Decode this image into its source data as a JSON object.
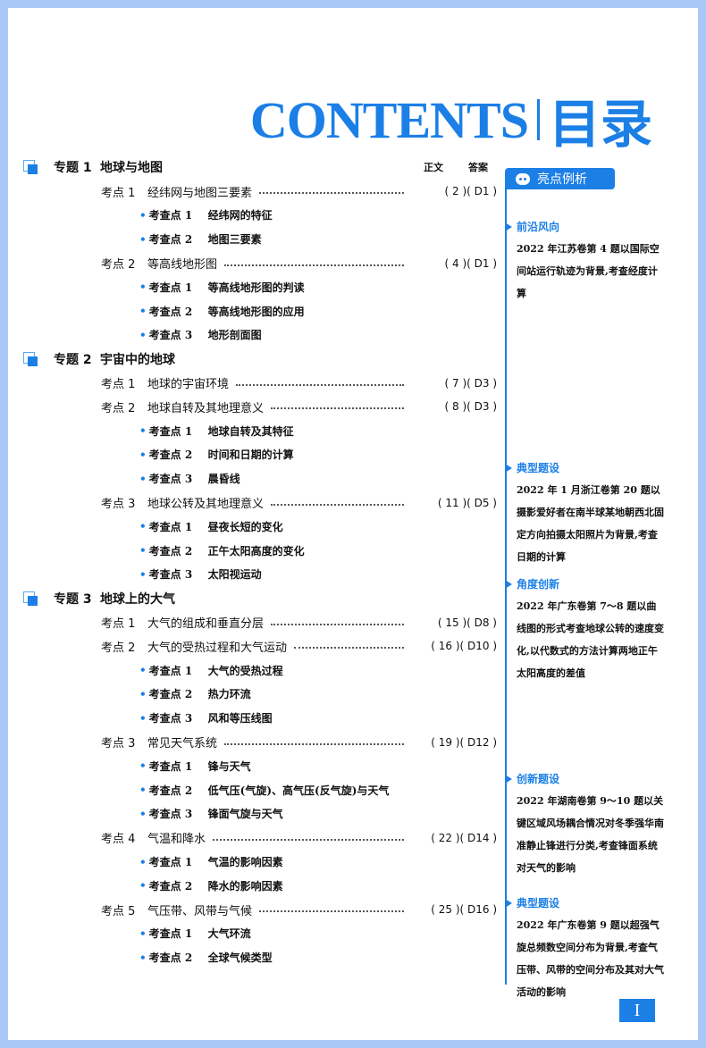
{
  "title": {
    "en": "CONTENTS",
    "cn": "目录"
  },
  "columns": {
    "text": "正文",
    "answer": "答案"
  },
  "topics": [
    {
      "label": "专题 1",
      "name": "地球与地图",
      "points": [
        {
          "label": "考点 1",
          "name": "经纬网与地图三要素",
          "page": "( 2 )( D1 )",
          "subs": [
            {
              "label": "考查点 1",
              "name": "经纬网的特征"
            },
            {
              "label": "考查点 2",
              "name": "地图三要素"
            }
          ]
        },
        {
          "label": "考点 2",
          "name": "等高线地形图",
          "page": "( 4 )( D1 )",
          "subs": [
            {
              "label": "考查点 1",
              "name": "等高线地形图的判读"
            },
            {
              "label": "考查点 2",
              "name": "等高线地形图的应用"
            },
            {
              "label": "考查点 3",
              "name": "地形剖面图"
            }
          ]
        }
      ]
    },
    {
      "label": "专题 2",
      "name": "宇宙中的地球",
      "points": [
        {
          "label": "考点 1",
          "name": "地球的宇宙环境",
          "page": "( 7 )( D3 )",
          "subs": []
        },
        {
          "label": "考点 2",
          "name": "地球自转及其地理意义",
          "page": "( 8 )( D3 )",
          "subs": [
            {
              "label": "考查点 1",
              "name": "地球自转及其特征"
            },
            {
              "label": "考查点 2",
              "name": "时间和日期的计算"
            },
            {
              "label": "考查点 3",
              "name": "晨昏线"
            }
          ]
        },
        {
          "label": "考点 3",
          "name": "地球公转及其地理意义",
          "page": "( 11 )( D5 )",
          "subs": [
            {
              "label": "考查点 1",
              "name": "昼夜长短的变化"
            },
            {
              "label": "考查点 2",
              "name": "正午太阳高度的变化"
            },
            {
              "label": "考查点 3",
              "name": "太阳视运动"
            }
          ]
        }
      ]
    },
    {
      "label": "专题 3",
      "name": "地球上的大气",
      "points": [
        {
          "label": "考点 1",
          "name": "大气的组成和垂直分层",
          "page": "( 15 )( D8 )",
          "subs": []
        },
        {
          "label": "考点 2",
          "name": "大气的受热过程和大气运动",
          "page": "( 16 )( D10 )",
          "subs": [
            {
              "label": "考查点 1",
              "name": "大气的受热过程"
            },
            {
              "label": "考查点 2",
              "name": "热力环流"
            },
            {
              "label": "考查点 3",
              "name": "风和等压线图"
            }
          ]
        },
        {
          "label": "考点 3",
          "name": "常见天气系统",
          "page": "( 19 )( D12 )",
          "subs": [
            {
              "label": "考查点 1",
              "name": "锋与天气"
            },
            {
              "label": "考查点 2",
              "name": "低气压(气旋)、高气压(反气旋)与天气"
            },
            {
              "label": "考查点 3",
              "name": "锋面气旋与天气"
            }
          ]
        },
        {
          "label": "考点 4",
          "name": "气温和降水",
          "page": "( 22 )( D14 )",
          "subs": [
            {
              "label": "考查点 1",
              "name": "气温的影响因素"
            },
            {
              "label": "考查点 2",
              "name": "降水的影响因素"
            }
          ]
        },
        {
          "label": "考点 5",
          "name": "气压带、风带与气候",
          "page": "( 25 )( D16 )",
          "subs": [
            {
              "label": "考查点 1",
              "name": "大气环流"
            },
            {
              "label": "考查点 2",
              "name": "全球气候类型"
            }
          ]
        }
      ]
    }
  ],
  "sidebar": {
    "header": "亮点例析",
    "sections": [
      {
        "heading": "前沿风向",
        "text": "2022 年江苏卷第 4 题以国际空间站运行轨迹为背景,考查经度计算"
      },
      {
        "heading": "典型题设",
        "text": "2022 年 1 月浙江卷第 20 题以摄影爱好者在南半球某地朝西北固定方向拍摄太阳照片为背景,考查日期的计算"
      },
      {
        "heading": "角度创新",
        "text": "2022 年广东卷第 7～8 题以曲线图的形式考查地球公转的速度变化,以代数式的方法计算两地正午太阳高度的差值"
      },
      {
        "heading": "创新题设",
        "text": "2022 年湖南卷第 9～10 题以关键区域风场耦合情况对冬季强华南准静止锋进行分类,考查锋面系统对天气的影响"
      },
      {
        "heading": "典型题设",
        "text": "2022 年广东卷第 9 题以超强气旋总频数空间分布为背景,考查气压带、风带的空间分布及其对大气活动的影响"
      }
    ]
  },
  "page_number": "I",
  "accent": "#1b7fe6"
}
